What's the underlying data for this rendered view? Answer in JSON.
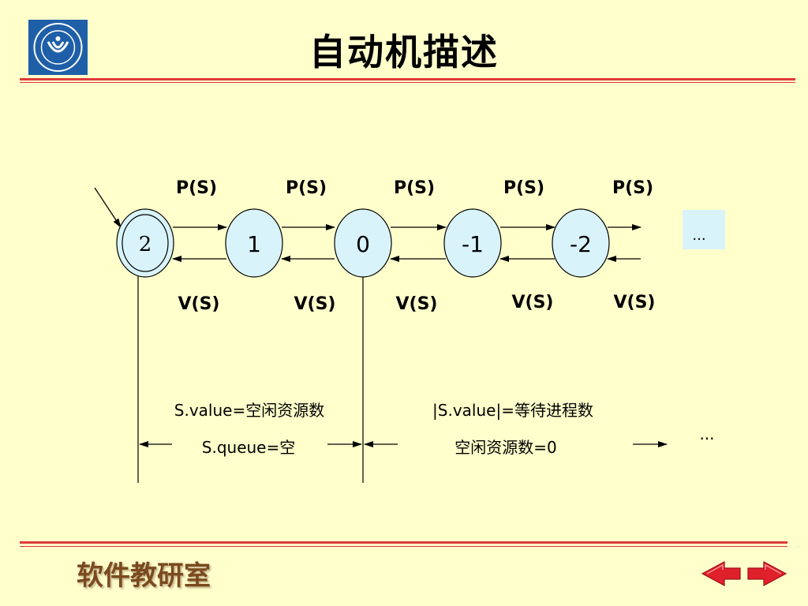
{
  "title": "自动机描述",
  "footer": "软件教研室",
  "states": [
    "2",
    "1",
    "0",
    "-1",
    "-2"
  ],
  "p_labels": [
    "P(S)",
    "P(S)",
    "P(S)",
    "P(S)",
    "P(S)"
  ],
  "v_labels": [
    "V(S)",
    "V(S)",
    "V(S)",
    "V(S)",
    "V(S)"
  ],
  "ellipsis_box": "...",
  "left_region": {
    "line1": "S.value=空闲资源数",
    "line2": "S.queue=空"
  },
  "right_region": {
    "line1": "|S.value|=等待进程数",
    "line2": "空闲资源数=0"
  },
  "trailing_ellipsis": "...",
  "colors": {
    "background": "#FFFFCC",
    "state_fill": "#D9F3FB",
    "rule": "#E03A3A",
    "footer_text": "#7A4A1E",
    "nav_arrow": "#E0202A"
  },
  "icons": [
    "university-logo-icon",
    "prev-arrow-icon",
    "next-arrow-icon"
  ]
}
